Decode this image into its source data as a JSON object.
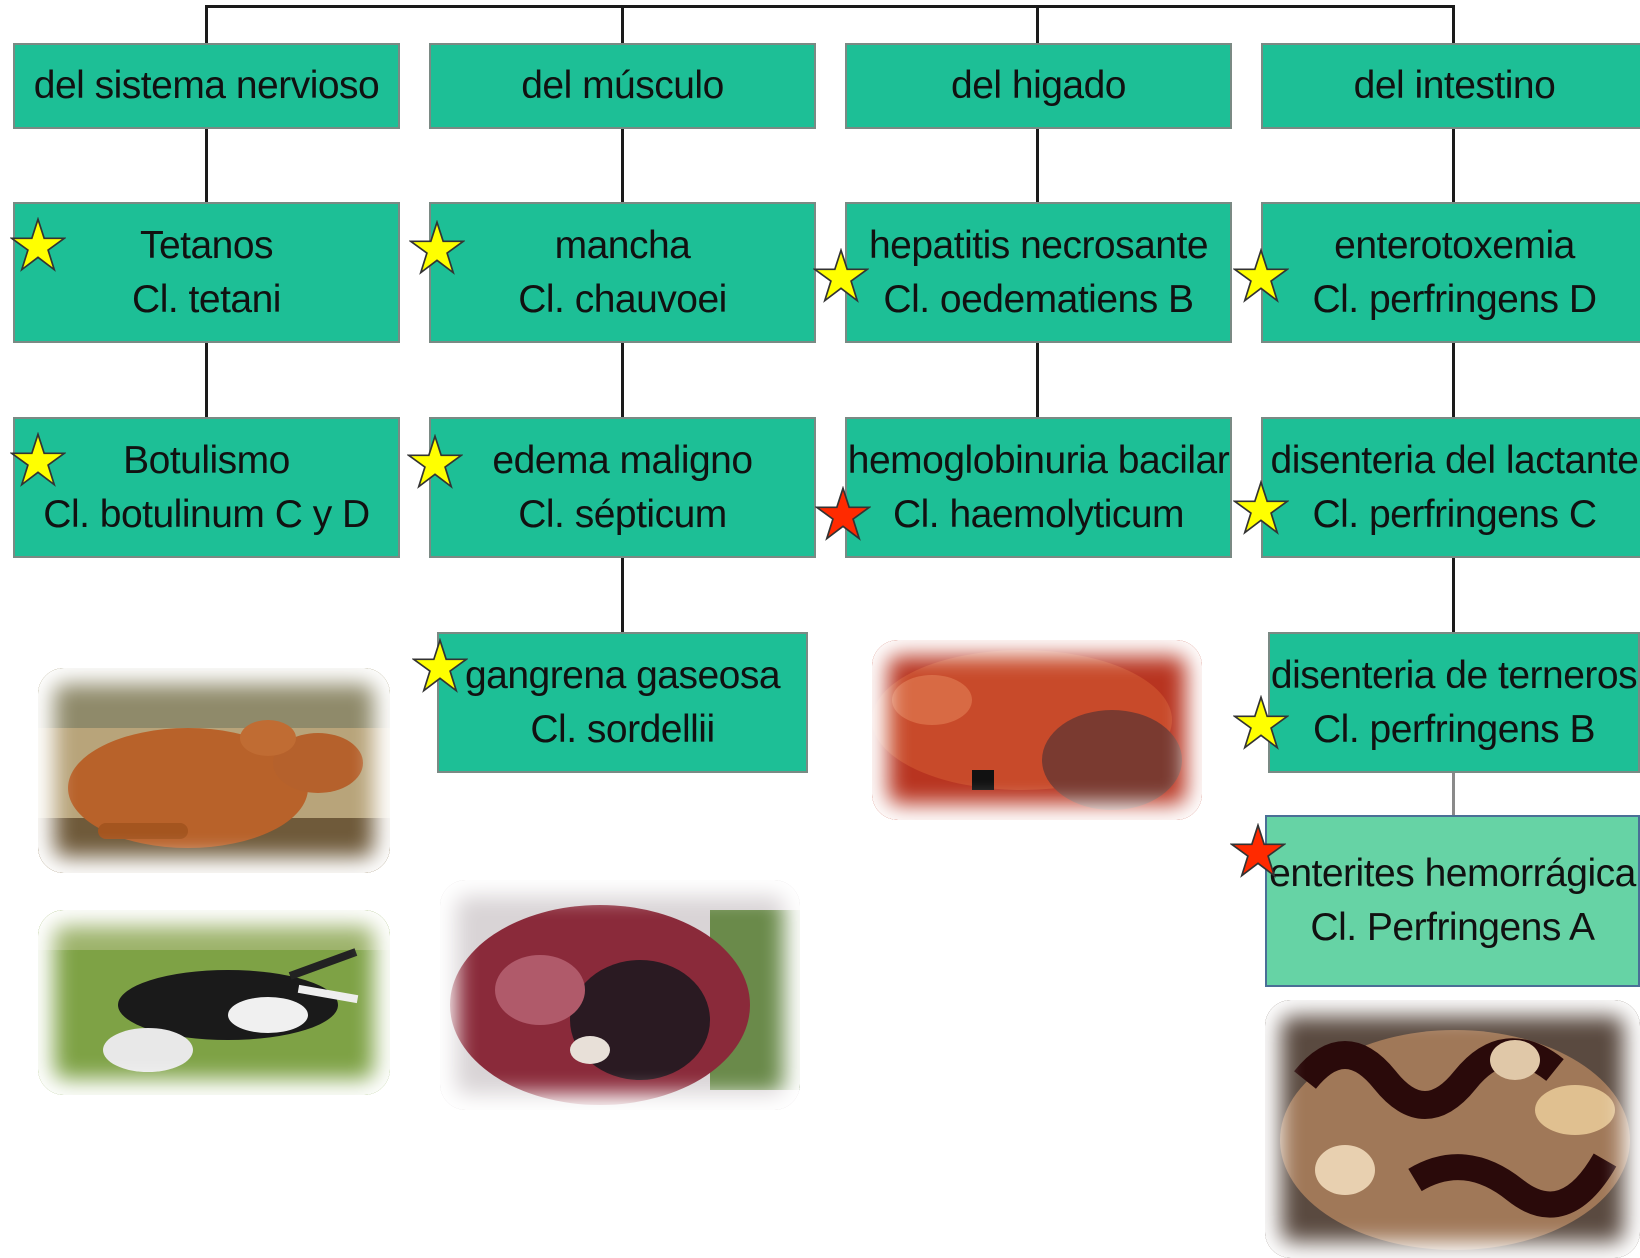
{
  "categories": [
    {
      "label": "del sistema nervioso"
    },
    {
      "label": "del músculo"
    },
    {
      "label": "del higado"
    },
    {
      "label": "del intestino"
    }
  ],
  "diseases": {
    "tetanos": {
      "name": "Tetanos",
      "agent": "Cl. tetani",
      "star": "yellow"
    },
    "botulismo": {
      "name": "Botulismo",
      "agent": "Cl. botulinum C y D",
      "star": "yellow"
    },
    "mancha": {
      "name": "mancha",
      "agent": "Cl. chauvoei",
      "star": "yellow"
    },
    "edema": {
      "name": "edema maligno",
      "agent": "Cl. sépticum",
      "star": "yellow"
    },
    "gangrena": {
      "name": "gangrena gaseosa",
      "agent": "Cl. sordellii",
      "star": "yellow"
    },
    "hepatitis": {
      "name": "hepatitis necrosante",
      "agent": "Cl. oedematiens B",
      "star": "yellow"
    },
    "hemoglobinuria": {
      "name": "hemoglobinuria bacilar",
      "agent": "Cl. haemolyticum",
      "star": "red"
    },
    "enterotoxemia": {
      "name": "enterotoxemia",
      "agent": "Cl. perfringens D",
      "star": "yellow"
    },
    "lactante": {
      "name": "disenteria del lactante",
      "agent": "Cl. perfringens C",
      "star": "yellow"
    },
    "terneros": {
      "name": "disenteria de terneros",
      "agent": "Cl. perfringens B",
      "star": "yellow"
    },
    "enterites": {
      "name": "enterites hemorrágica",
      "agent": "Cl. Perfringens A",
      "star": "red"
    }
  },
  "colors": {
    "box": "#1dbf96",
    "box_light": "#66d3a5",
    "star_yellow": "#ffff00",
    "star_red": "#ff2a00",
    "line": "#1a1a1a"
  }
}
